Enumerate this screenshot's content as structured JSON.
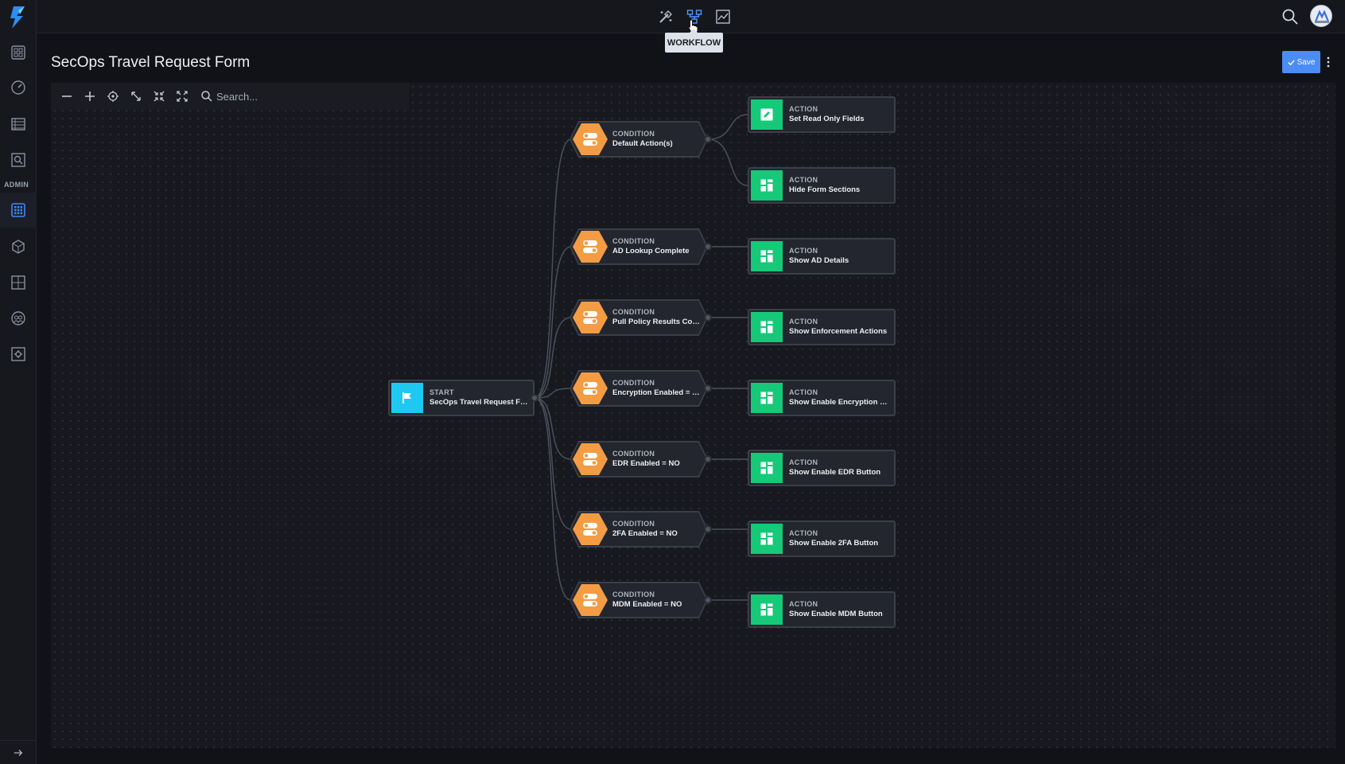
{
  "sidebar": {
    "admin_label": "ADMIN",
    "items": [
      {
        "icon": "dashboard-grid-icon"
      },
      {
        "icon": "gauge-icon"
      },
      {
        "icon": "list-table-icon"
      },
      {
        "icon": "search-report-icon"
      },
      {
        "icon": "apps-grid-icon",
        "active": true
      },
      {
        "icon": "cube-icon"
      },
      {
        "icon": "layout-icon"
      },
      {
        "icon": "users-icon"
      },
      {
        "icon": "settings-icon"
      }
    ]
  },
  "topbar": {
    "tools": [
      "wand-tools-icon",
      "workflow-icon",
      "chart-icon"
    ],
    "tooltip": "WORKFLOW"
  },
  "page": {
    "title": "SecOps Travel Request Form",
    "save_label": "Save"
  },
  "canvas": {
    "search_placeholder": "Search...",
    "start": {
      "kind": "START",
      "label": "SecOps Travel Request For..."
    },
    "conditions": [
      {
        "kind": "CONDITION",
        "label": "Default Action(s)"
      },
      {
        "kind": "CONDITION",
        "label": "AD Lookup Complete"
      },
      {
        "kind": "CONDITION",
        "label": "Pull Policy Results Compl..."
      },
      {
        "kind": "CONDITION",
        "label": "Encryption Enabled = NO"
      },
      {
        "kind": "CONDITION",
        "label": "EDR Enabled = NO"
      },
      {
        "kind": "CONDITION",
        "label": "2FA Enabled = NO"
      },
      {
        "kind": "CONDITION",
        "label": "MDM Enabled = NO"
      }
    ],
    "actions": [
      {
        "kind": "ACTION",
        "label": "Set Read Only Fields",
        "icon": "edit-icon"
      },
      {
        "kind": "ACTION",
        "label": "Hide Form Sections",
        "icon": "layout-icon"
      },
      {
        "kind": "ACTION",
        "label": "Show AD Details",
        "icon": "layout-icon"
      },
      {
        "kind": "ACTION",
        "label": "Show Enforcement Actions",
        "icon": "layout-icon"
      },
      {
        "kind": "ACTION",
        "label": "Show Enable Encryption Bu...",
        "icon": "layout-icon"
      },
      {
        "kind": "ACTION",
        "label": "Show Enable EDR Button",
        "icon": "layout-icon"
      },
      {
        "kind": "ACTION",
        "label": "Show Enable 2FA Button",
        "icon": "layout-icon"
      },
      {
        "kind": "ACTION",
        "label": "Show Enable MDM Button",
        "icon": "layout-icon"
      }
    ]
  },
  "colors": {
    "accent": "#4c8cf5",
    "condition": "#f39c44",
    "action": "#15c978",
    "start": "#1ec8f1"
  }
}
